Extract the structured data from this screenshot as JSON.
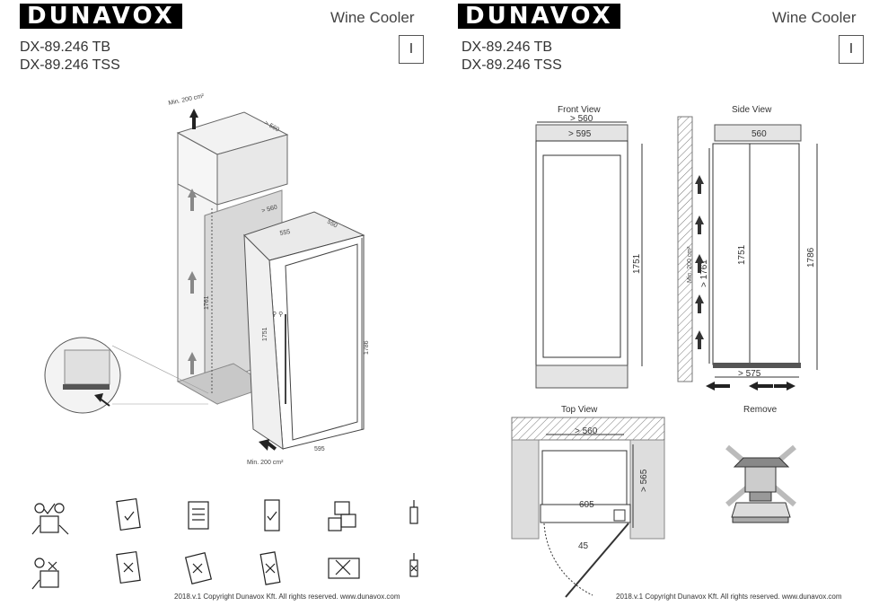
{
  "left": {
    "brand": "DUNAVOX",
    "product_type": "Wine Cooler",
    "models": [
      "DX-89.246 TB",
      "DX-89.246 TSS"
    ],
    "lang_mark": "I",
    "install": {
      "min_top": "Min. 200 cm²",
      "min_bottom": "Min. 200 cm²",
      "dims": {
        "cab_depth": "> 560",
        "niche_width": "> 560",
        "niche_depth": "555",
        "top_depth": "550",
        "niche_height": "1761",
        "door_height": "1751",
        "total_height": "1786",
        "width": "595"
      }
    },
    "copyright": "2018.v.1 Copyright Dunavox Kft. All rights reserved.   www.dunavox.com"
  },
  "right": {
    "brand": "DUNAVOX",
    "product_type": "Wine Cooler",
    "models": [
      "DX-89.246 TB",
      "DX-89.246 TSS"
    ],
    "lang_mark": "I",
    "front_view": {
      "caption": "Front View",
      "w_outer": "> 560",
      "w_inner": "> 595",
      "h_inner": "1751"
    },
    "side_view": {
      "caption": "Side View",
      "depth": "560",
      "min_air": "Min. 200 cm²",
      "niche_h": "> 1761",
      "h_inner": "1751",
      "h_total": "1786",
      "bottom": "> 575"
    },
    "top_view": {
      "caption": "Top View",
      "w_niche": "> 560",
      "depth": "> 565",
      "w_unit": "605",
      "angle": "45"
    },
    "remove": {
      "caption": "Remove"
    },
    "copyright": "2018.v.1 Copyright Dunavox Kft. All rights reserved.   www.dunavox.com"
  }
}
